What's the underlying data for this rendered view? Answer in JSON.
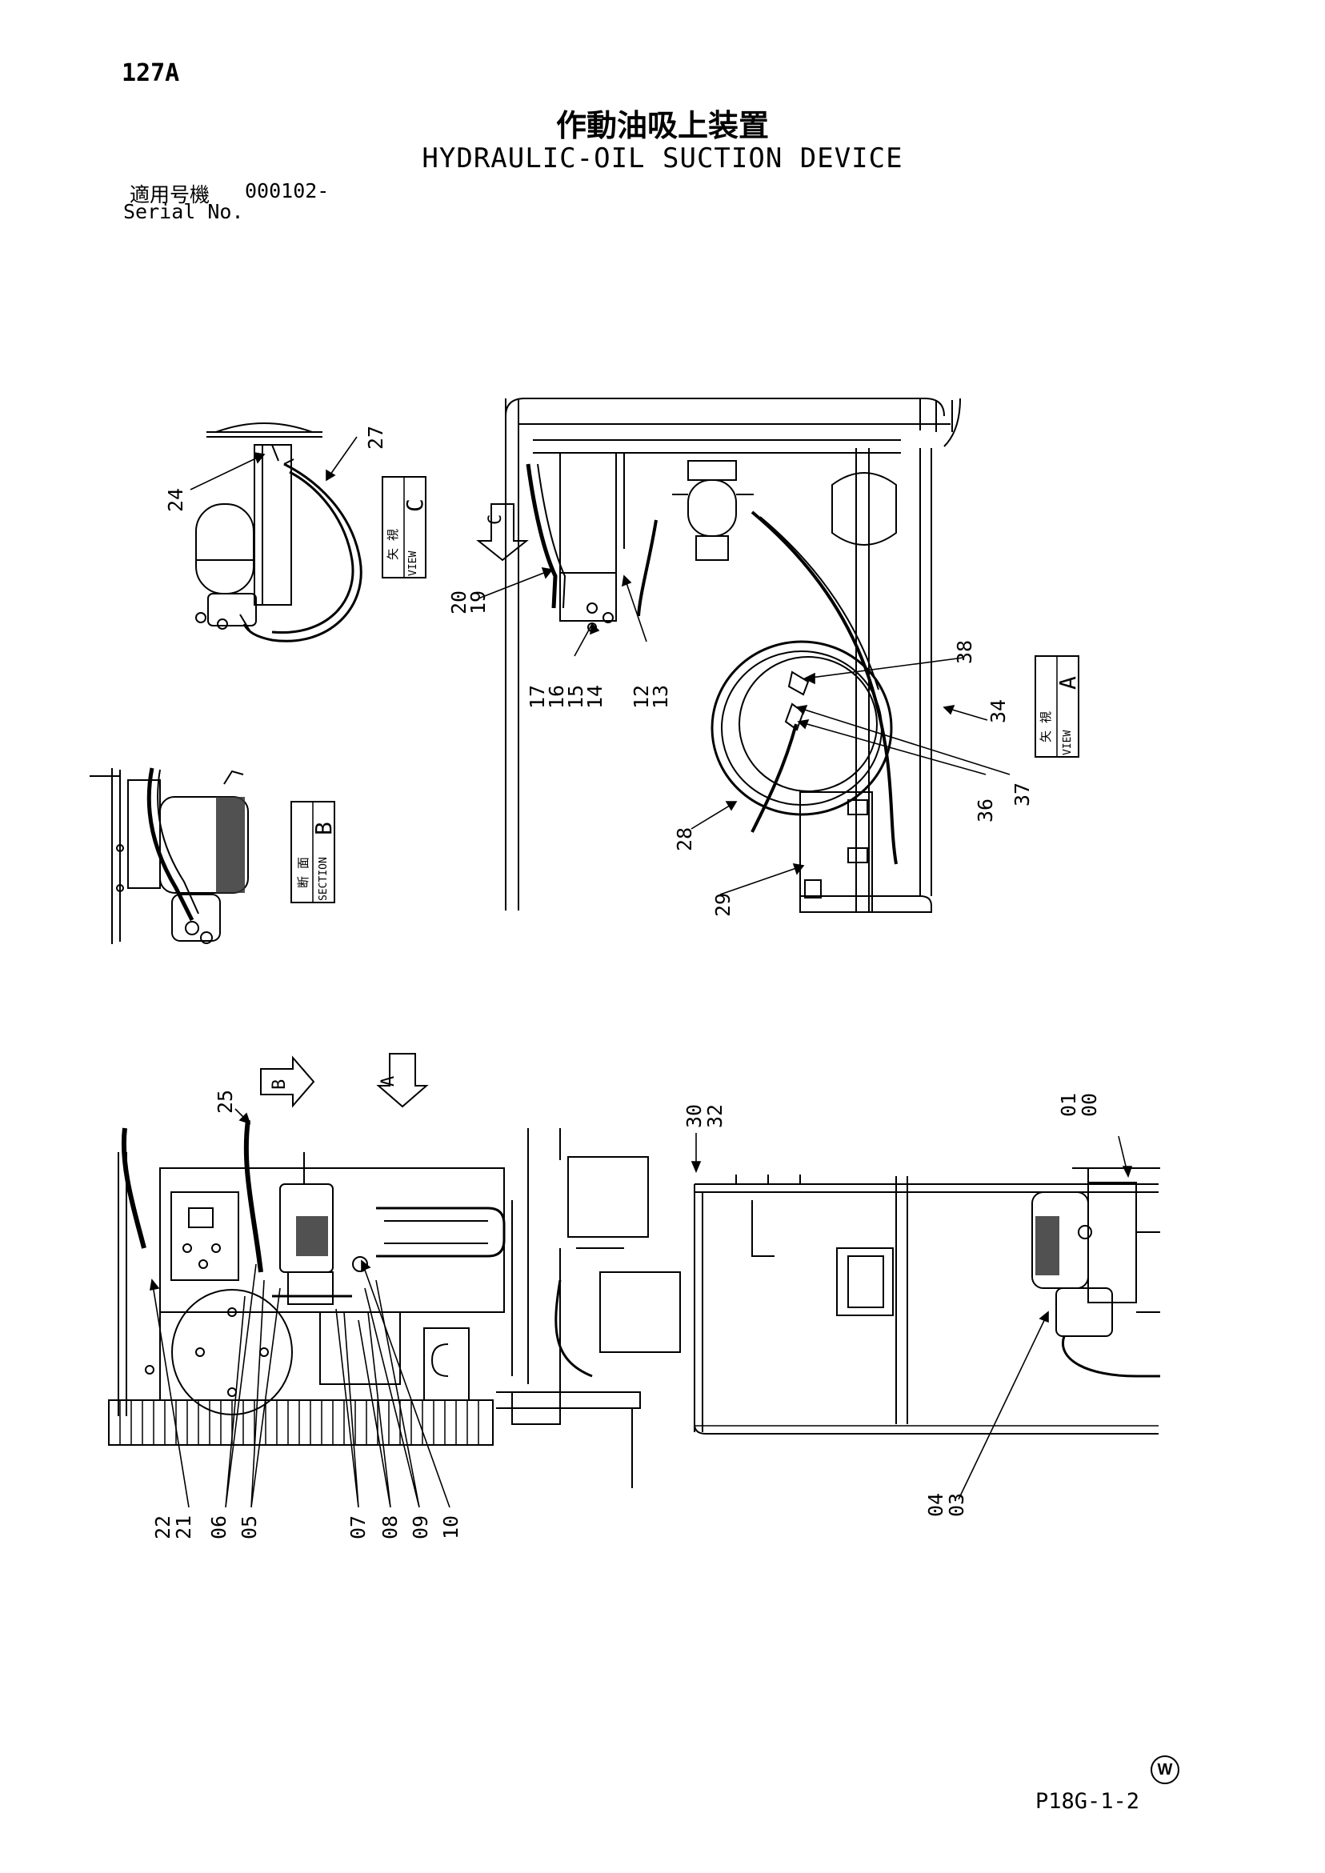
{
  "page_number": "127A",
  "title_jp": "作動油吸上装置",
  "title_en": "HYDRAULIC-OIL SUCTION DEVICE",
  "serial_label_jp": "適用号機",
  "serial_value": "000102-",
  "serial_label_en": "Serial No.",
  "views": {
    "view_c": {
      "jp": "矢 視",
      "en": "VIEW",
      "letter": "C"
    },
    "view_a": {
      "jp": "矢 視",
      "en": "VIEW",
      "letter": "A"
    },
    "section_b": {
      "jp": "断 面",
      "en": "SECTION",
      "letter": "B"
    }
  },
  "arrows": {
    "c": "C",
    "b": "B",
    "a": "A"
  },
  "callouts": {
    "c24": "24",
    "c27": "27",
    "c2019": "20\n19",
    "c1714": "17\n16\n15\n14",
    "c1213": "12\n13",
    "c38": "38",
    "c34": "34",
    "c37": "37",
    "c36": "36",
    "c28": "28",
    "c29": "29",
    "c25": "25",
    "c3032": "30\n32",
    "c0100": "01\n00",
    "c2221": "22\n21",
    "c06": "06",
    "c05": "05",
    "c07": "07",
    "c08": "08",
    "c09": "09",
    "c10": "10",
    "c0403": "04\n03"
  },
  "doc_code": "P18G-1-2",
  "w_mark": "W"
}
